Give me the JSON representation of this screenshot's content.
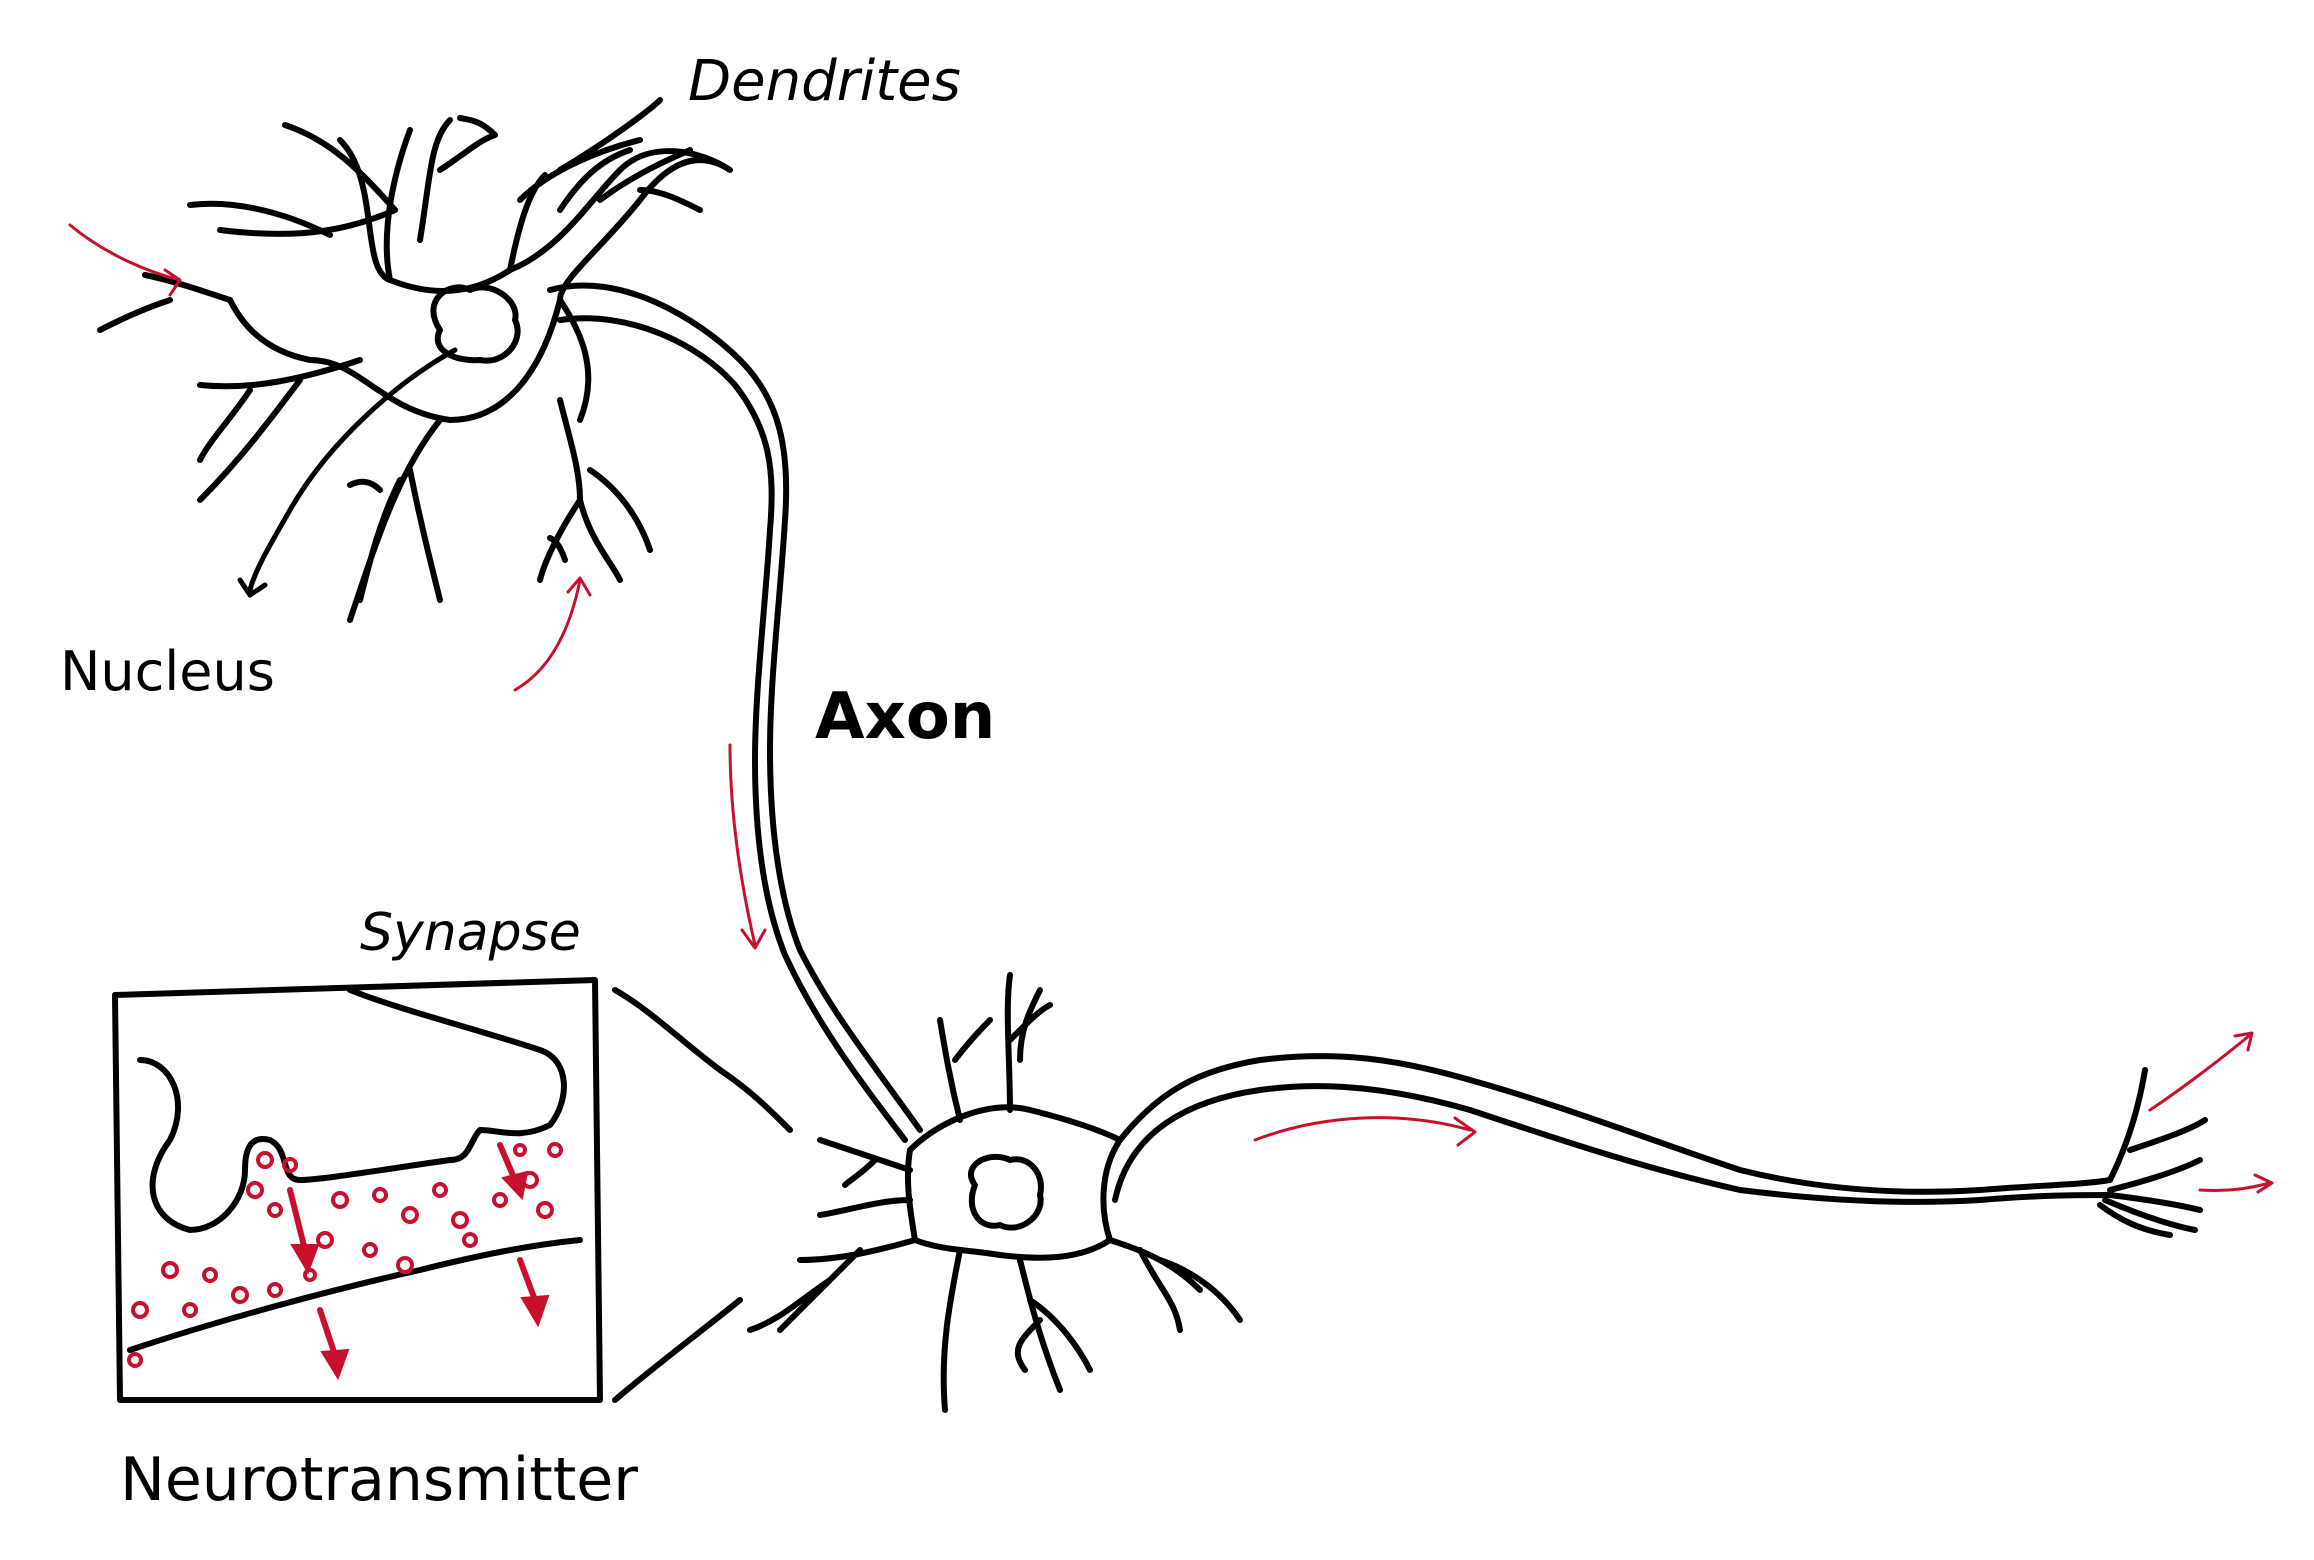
{
  "labels": {
    "dendrites": "Dendrites",
    "nucleus": "Nucleus",
    "axon": "Axon",
    "synapse": "Synapse",
    "neurotransmitter": "Neurotransmitter"
  },
  "colors": {
    "ink": "#000000",
    "signal_flow": "#c8102e",
    "background": "#ffffff"
  }
}
